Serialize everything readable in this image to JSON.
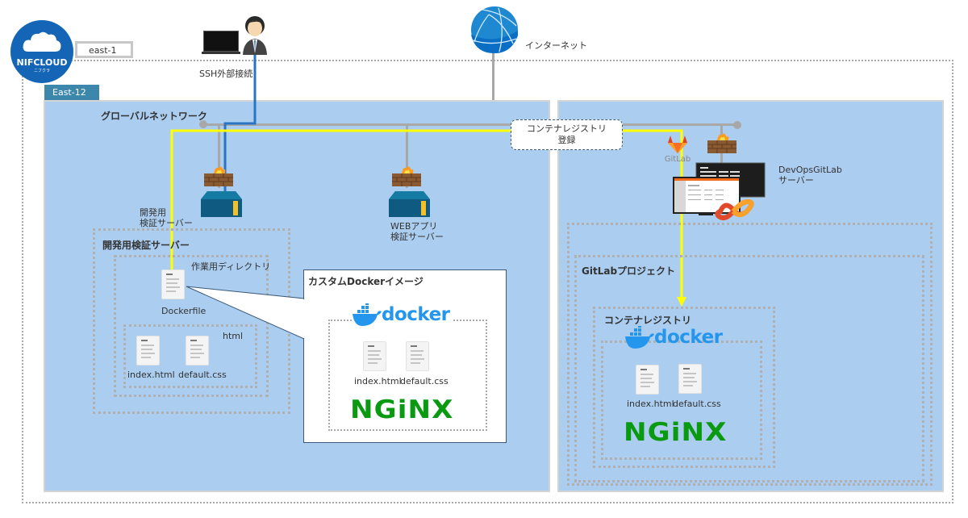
{
  "brand": {
    "logo_text": "NIFCLOUD",
    "logo_subtext": "ニフクラ",
    "region": "east-1",
    "zone": "East-12"
  },
  "internet": {
    "label": "インターネット"
  },
  "ssh": {
    "label": "SSH外部接続"
  },
  "network": {
    "label": "グローバルネットワーク"
  },
  "registry_note": {
    "line1": "コンテナレジストリ",
    "line2": "登録"
  },
  "dev_server": {
    "icon_label_line1": "開発用",
    "icon_label_line2": "検証サーバー",
    "box_label": "開発用検証サーバー",
    "workdir_label": "作業用ディレクトリ",
    "dockerfile": "Dockerfile",
    "html_dir": "html",
    "files": [
      "index.html",
      "default.css"
    ]
  },
  "web_server": {
    "label_line1": "WEBアプリ",
    "label_line2": "検証サーバー"
  },
  "custom_image": {
    "title": "カスタムDockerイメージ",
    "docker_logo": "docker",
    "files": [
      "index.html",
      "default.css"
    ],
    "nginx_logo": "NGiNX"
  },
  "gitlab_server": {
    "gitlab_logo": "GitLab",
    "label_line1": "DevOpsGitLab",
    "label_line2": "サーバー"
  },
  "gitlab_project": {
    "label": "GitLabプロジェクト",
    "registry_label": "コンテナレジストリ",
    "docker_logo": "docker",
    "files": [
      "index.html",
      "default.css"
    ],
    "nginx_logo": "NGiNX"
  },
  "colors": {
    "zone_bg": "#abcdf0",
    "ssh_line": "#2a74c5",
    "registry_line": "#ffff00",
    "network_line": "#a8a8a8",
    "nginx": "#0a9a12",
    "docker": "#2496ed"
  }
}
